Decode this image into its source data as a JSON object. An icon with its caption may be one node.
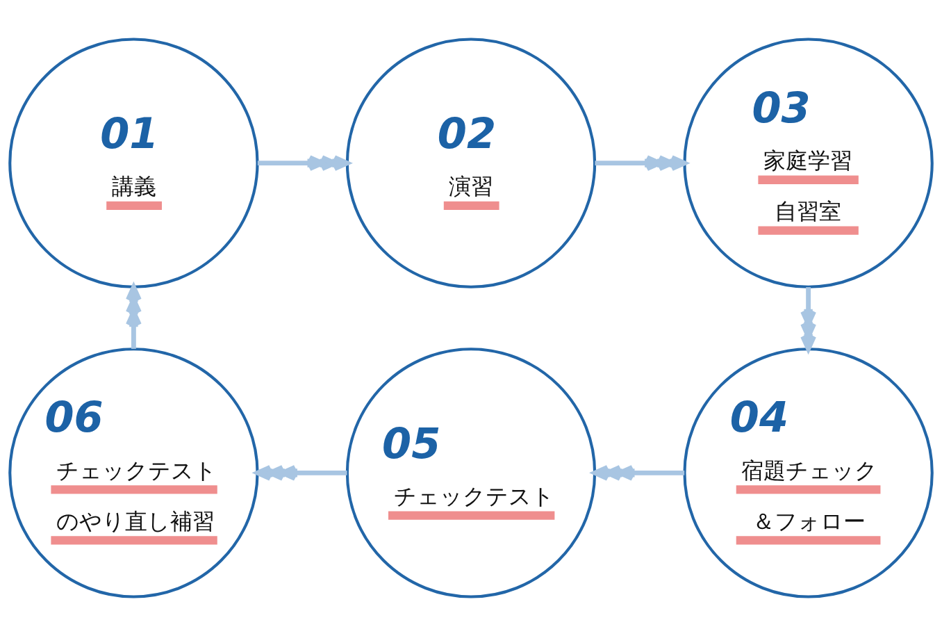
{
  "diagram": {
    "nodes": [
      {
        "text": [
          "01",
          "講義"
        ]
      },
      {
        "text": [
          "02",
          "演習"
        ]
      },
      {
        "text": [
          "03",
          "家庭学習",
          "自習室"
        ]
      },
      {
        "text": [
          "04",
          "宿題チェック＆フォロー"
        ]
      },
      {
        "text": [
          "05",
          "チェックテスト"
        ]
      },
      {
        "text": [
          "06",
          "チェックテストのやり直し補習"
        ]
      }
    ],
    "edges": [
      {
        "from": 0,
        "to": 1,
        "arrow": "to"
      },
      {
        "from": 1,
        "to": 2,
        "arrow": "to"
      },
      {
        "from": 2,
        "to": 3,
        "arrow": "to"
      },
      {
        "from": 3,
        "to": 4,
        "arrow": "to"
      },
      {
        "from": 4,
        "to": 5,
        "arrow": "to"
      },
      {
        "from": 5,
        "to": 0,
        "arrow": "to"
      }
    ]
  }
}
